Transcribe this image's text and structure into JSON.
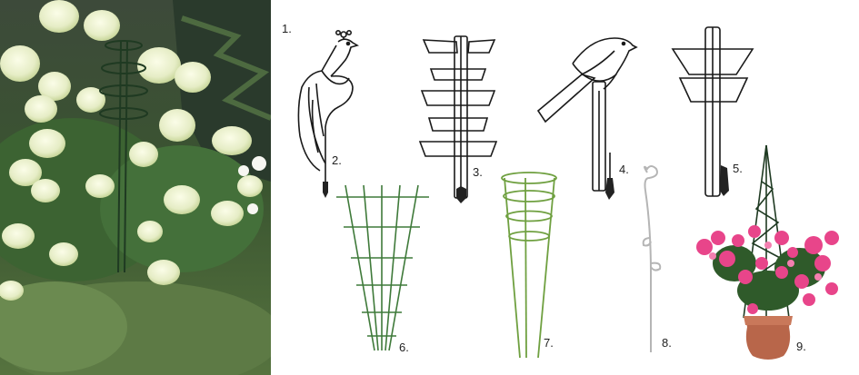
{
  "labels": [
    "1.",
    "2.",
    "3.",
    "4.",
    "5.",
    "6.",
    "7.",
    "8.",
    "9."
  ],
  "icons": {
    "peacock": "peacock-support-icon",
    "ladder": "ladder-support-icon",
    "bird": "bird-support-icon",
    "fan": "fan-support-icon",
    "trellis": "fan-trellis-icon",
    "cone": "cone-ring-support-icon",
    "spiral": "spiral-stake-icon",
    "obelisk": "obelisk-pot-icon"
  },
  "colors": {
    "outline": "#1a1a1a",
    "green_stake": "#3f7a3a",
    "hydrangea": "#e8f0cf",
    "foliage": "#2f5a2a",
    "bougainvillea": "#e8458a",
    "pot": "#b8664a"
  }
}
